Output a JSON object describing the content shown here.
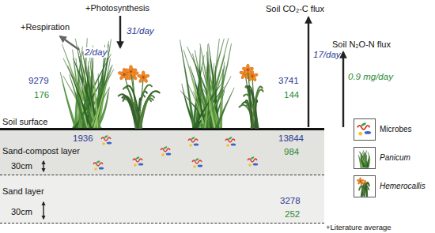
{
  "diagram": {
    "nodes": [
      {
        "text": [
          "Sand-compost layer",
          "1936",
          "13844",
          "984"
        ]
      },
      {
        "text": [
          "Sand layer",
          "3278",
          "252"
        ]
      }
    ],
    "labels": [
      "+Photosynthesis",
      "+Respiration",
      "31/day",
      "2/day",
      "Soil CO₂-C flux",
      "Soil N₂O-N flux",
      "17/day",
      "9279",
      "3741",
      "0.9 mg/day",
      "176",
      "144",
      "Soil surface",
      "30cm",
      "30cm",
      "+Literature average"
    ],
    "legend": [
      {
        "text": "Microbes"
      },
      {
        "text": "Panicum"
      },
      {
        "text": "Hemerocallis"
      }
    ]
  }
}
